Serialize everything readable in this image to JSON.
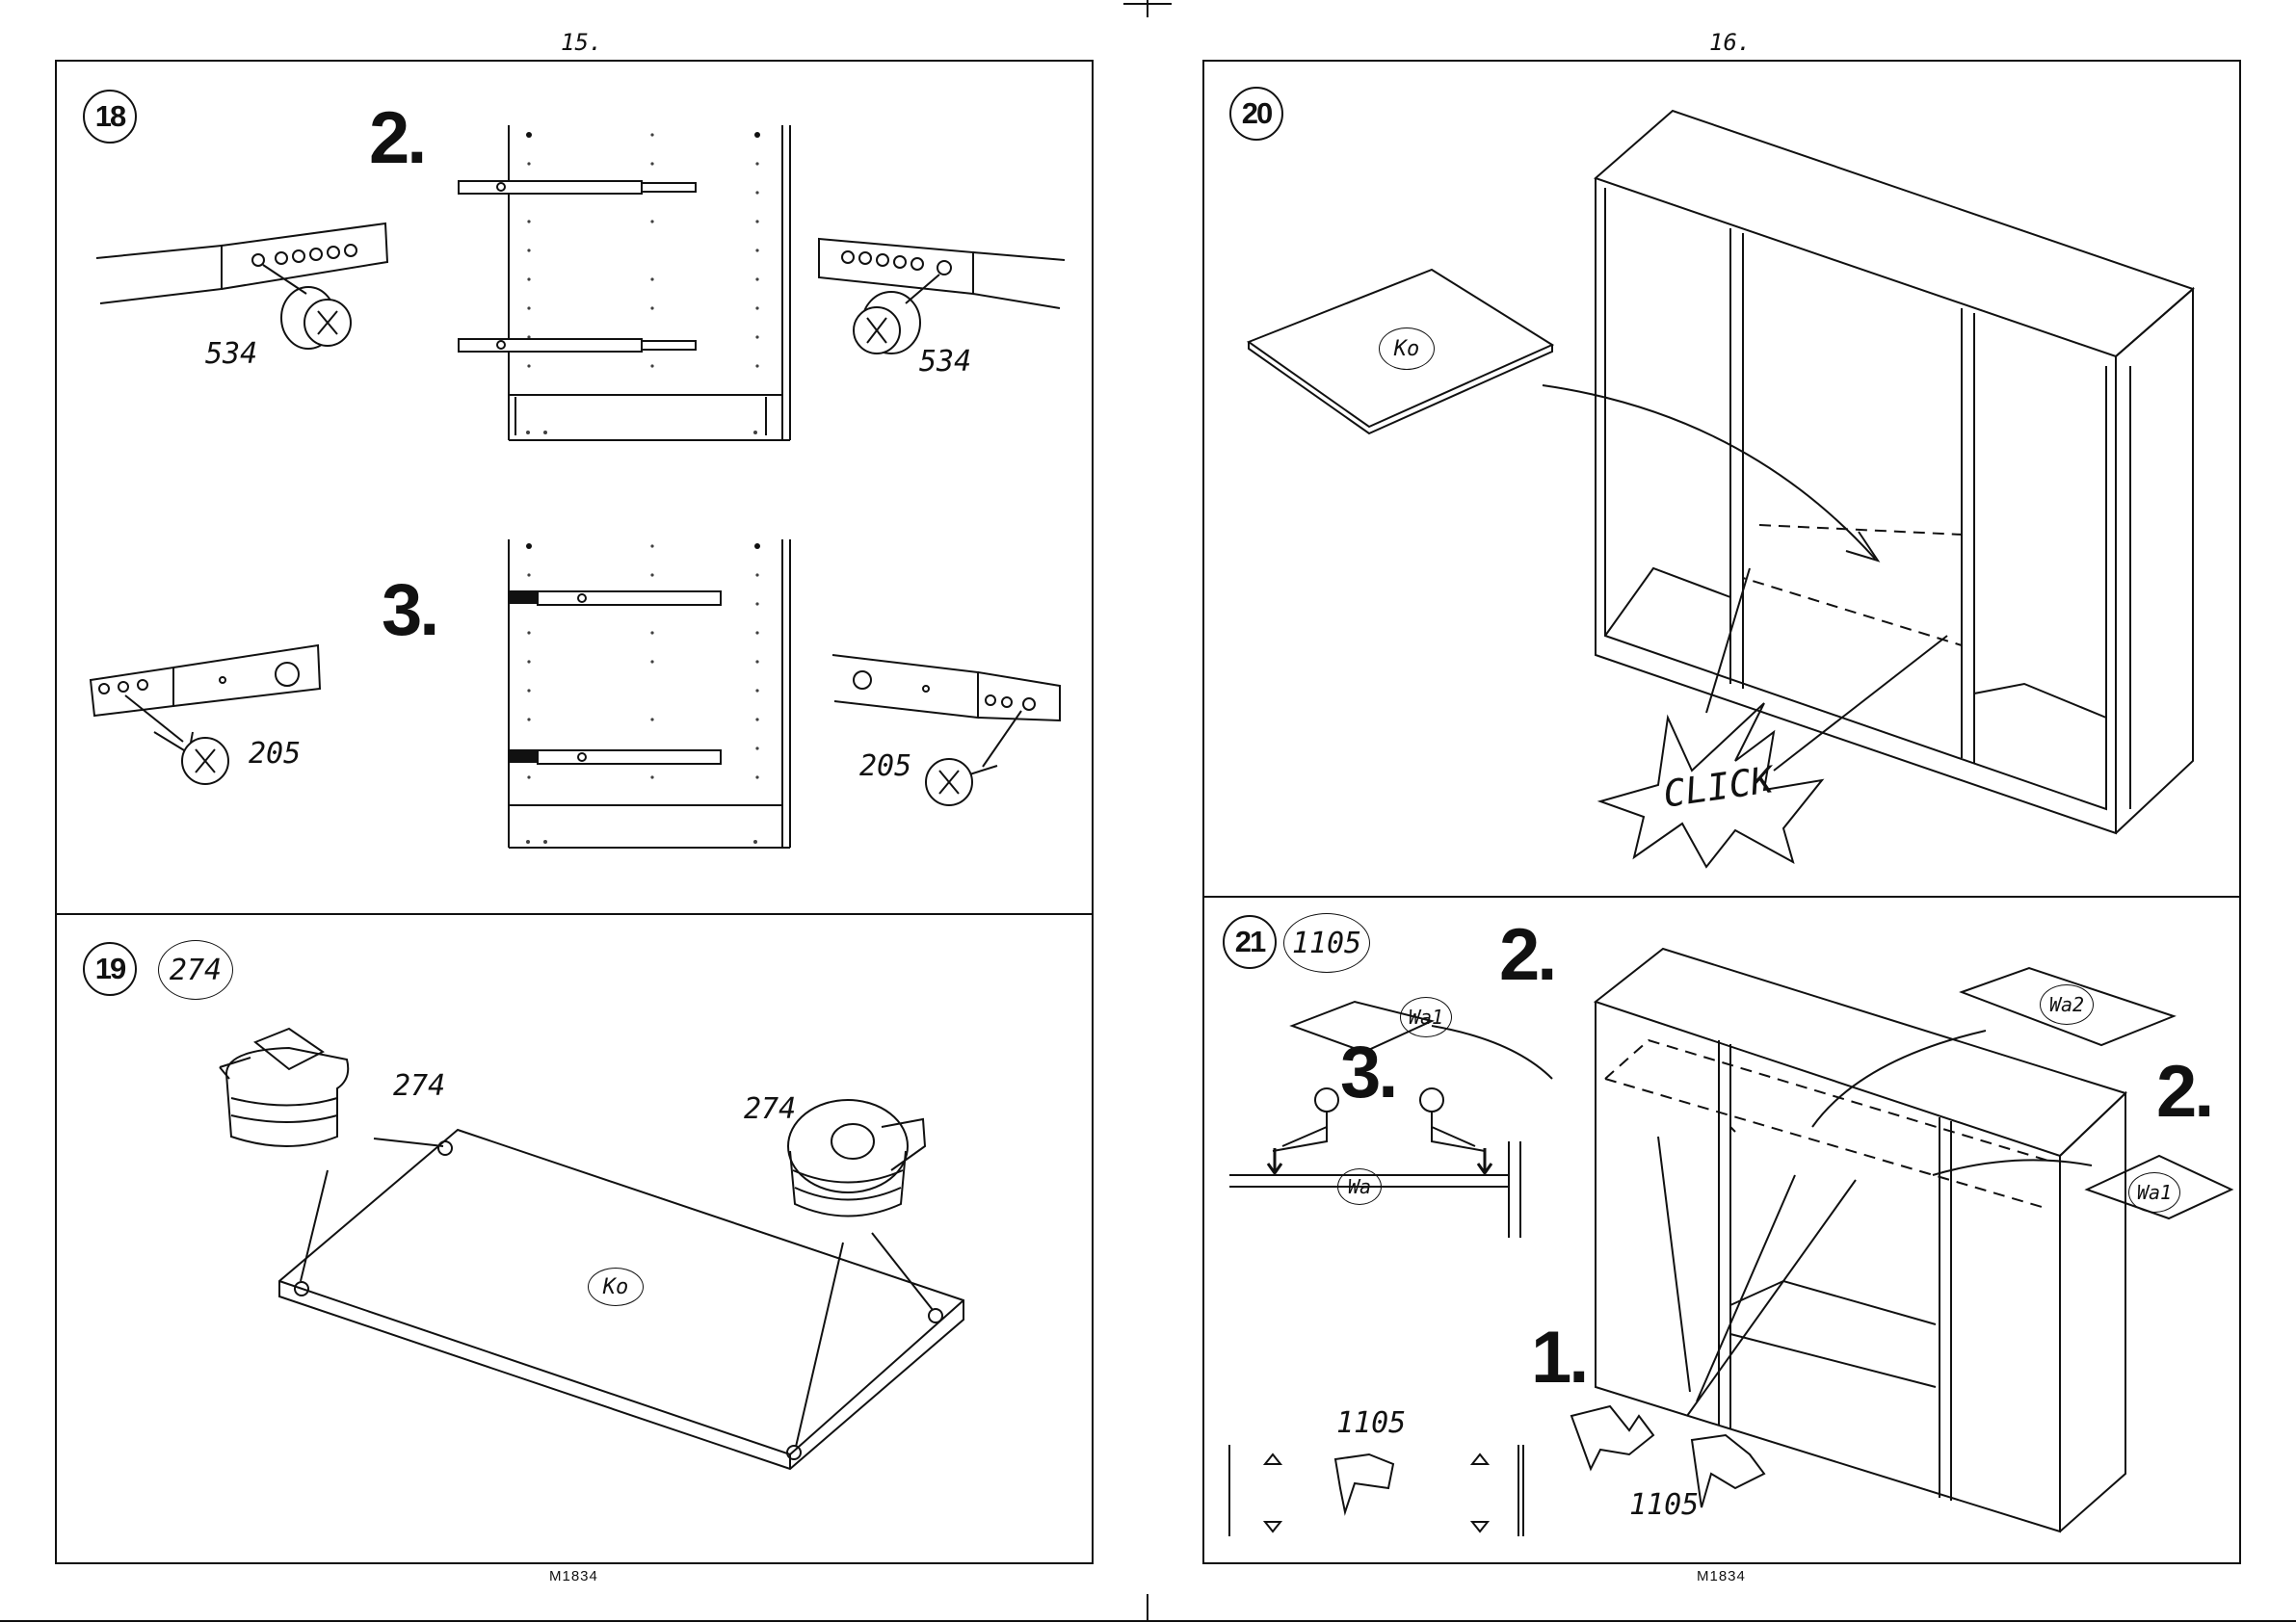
{
  "pages": [
    {
      "page_number": "15.",
      "model": "M1834",
      "steps": [
        {
          "step": "18",
          "substeps": [
            "2.",
            "3."
          ],
          "parts": [
            "534",
            "534",
            "205",
            "205"
          ]
        },
        {
          "step": "19",
          "step_code": "274",
          "parts": [
            "274",
            "274"
          ],
          "panel_label": "Ko"
        }
      ]
    },
    {
      "page_number": "16.",
      "model": "M1834",
      "steps": [
        {
          "step": "20",
          "panel_label": "Ko",
          "callout": "CLICK"
        },
        {
          "step": "21",
          "step_code": "1105",
          "substeps": [
            "2.",
            "3.",
            "2.",
            "1."
          ],
          "panel_labels": [
            "Wa1",
            "Wa2",
            "Wa1",
            "Wa"
          ],
          "parts": [
            "1105",
            "1105"
          ]
        }
      ]
    }
  ]
}
